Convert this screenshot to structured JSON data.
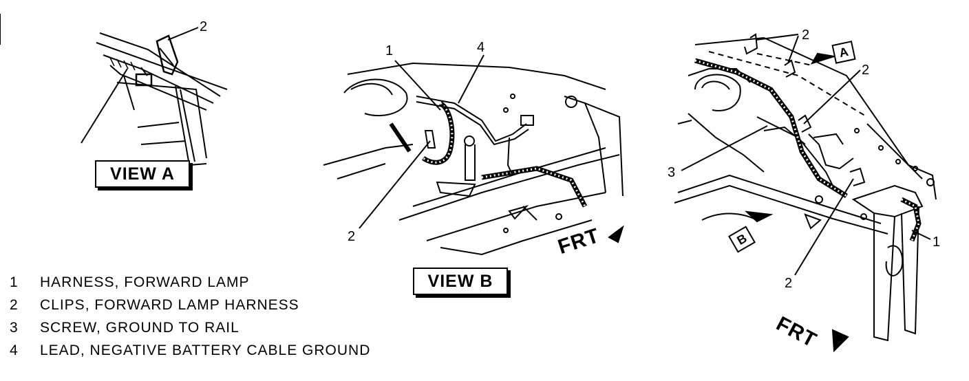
{
  "views": {
    "view_a": "VIEW A",
    "view_b": "VIEW B"
  },
  "front_label": "FRT",
  "view_tags": {
    "a": "A",
    "b": "B"
  },
  "callouts": {
    "left_2": "2",
    "mid_1": "1",
    "mid_4": "4",
    "mid_2": "2",
    "right_2_top": "2",
    "right_2_mid": "2",
    "right_3": "3",
    "right_1": "1",
    "right_2_bottom": "2"
  },
  "legend": [
    {
      "num": "1",
      "text": "HARNESS, FORWARD LAMP"
    },
    {
      "num": "2",
      "text": "CLIPS, FORWARD LAMP HARNESS"
    },
    {
      "num": "3",
      "text": "SCREW, GROUND TO RAIL"
    },
    {
      "num": "4",
      "text": "LEAD, NEGATIVE BATTERY CABLE GROUND"
    }
  ]
}
